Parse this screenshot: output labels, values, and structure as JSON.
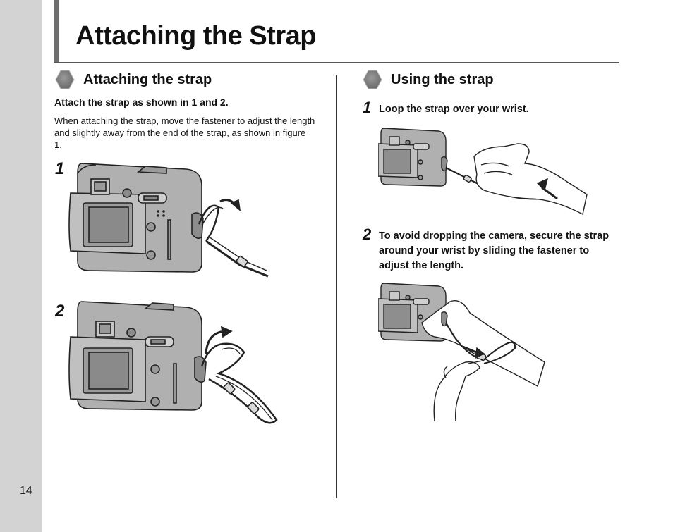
{
  "page": {
    "title": "Attaching the Strap",
    "page_number": "14"
  },
  "left_section": {
    "title": "Attaching the strap",
    "lead": "Attach the strap as shown in 1 and 2.",
    "body": "When attaching the strap, move the fastener to adjust the length and slightly away from the end of the strap, as shown in figure 1.",
    "figures": [
      {
        "number": "1"
      },
      {
        "number": "2"
      }
    ]
  },
  "right_section": {
    "title": "Using the strap",
    "steps": [
      {
        "number": "1",
        "text": "Loop the strap over your wrist."
      },
      {
        "number": "2",
        "text": "To avoid dropping the camera, secure the strap around your wrist by sliding the fastener to adjust the length."
      }
    ]
  },
  "icons": {
    "section_marker": "hexagon-icon"
  },
  "colors": {
    "sidebar": "#d3d3d3",
    "title_bar": "#6e6e6e",
    "icon_fill": "#8c8c8c",
    "camera_body": "#a9a9a9"
  }
}
